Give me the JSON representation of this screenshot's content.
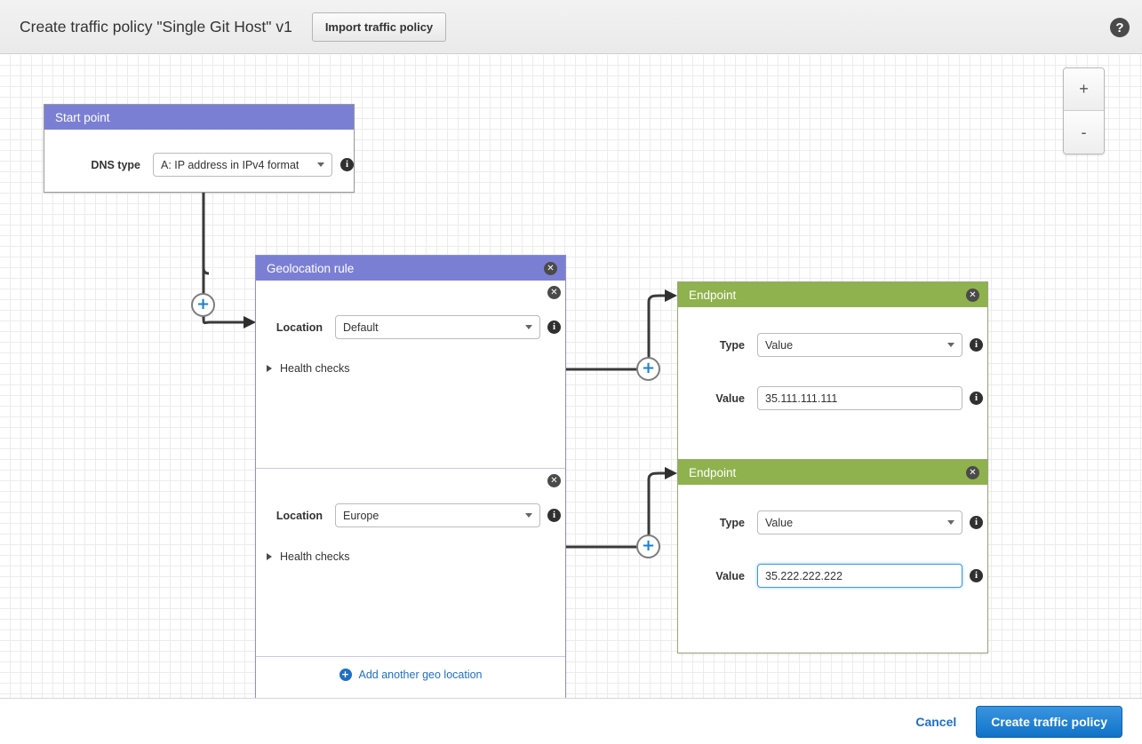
{
  "header": {
    "title": "Create traffic policy \"Single Git Host\" v1",
    "import_button": "Import traffic policy",
    "help_icon": "?"
  },
  "canvas": {
    "zoom_in": "+",
    "zoom_out": "-"
  },
  "nodes": {
    "start_point": {
      "title": "Start point",
      "dns_type_label": "DNS type",
      "dns_type_value": "A: IP address in IPv4 format"
    },
    "geolocation_rule": {
      "title": "Geolocation rule",
      "close_icon": "✕",
      "locations": [
        {
          "label": "Location",
          "value": "Default",
          "health_checks_label": "Health checks",
          "close_icon": "✕"
        },
        {
          "label": "Location",
          "value": "Europe",
          "health_checks_label": "Health checks",
          "close_icon": "✕"
        }
      ],
      "add_location_label": "Add another geo location",
      "add_location_icon": "+"
    },
    "endpoints": [
      {
        "title": "Endpoint",
        "close_icon": "✕",
        "type_label": "Type",
        "type_value": "Value",
        "value_label": "Value",
        "value_value": "35.111.111.111",
        "focused": false
      },
      {
        "title": "Endpoint",
        "close_icon": "✕",
        "type_label": "Type",
        "type_value": "Value",
        "value_label": "Value",
        "value_value": "35.222.222.222",
        "focused": true
      }
    ]
  },
  "connectors": {
    "plus_glyph": "+"
  },
  "footer": {
    "cancel_label": "Cancel",
    "create_label": "Create traffic policy"
  },
  "colors": {
    "rule_header": "#7b7fd4",
    "endpoint_header": "#8fb14e",
    "primary_button": "#1072c8",
    "link": "#1f6fc4",
    "focus_border": "#3b9ae1"
  }
}
